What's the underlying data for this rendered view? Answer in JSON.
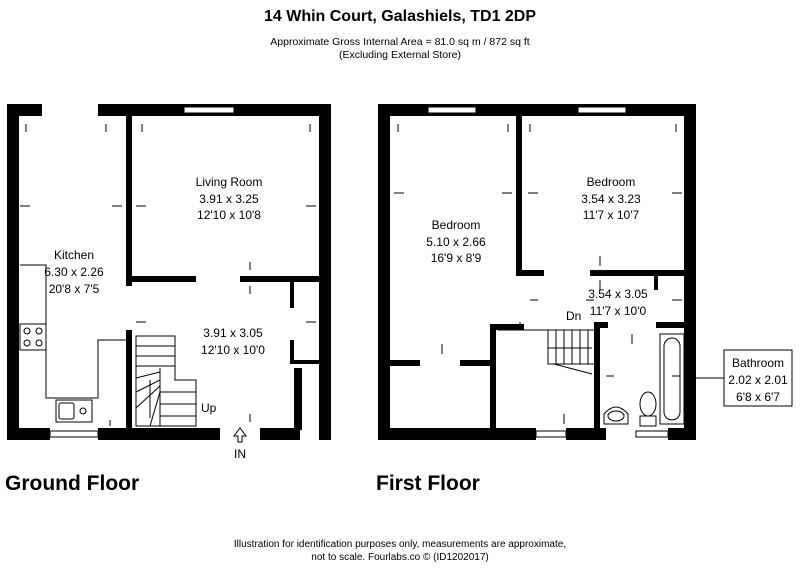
{
  "header": {
    "title": "14 Whin Court, Galashiels, TD1 2DP",
    "area": "Approximate Gross Internal Area = 81.0 sq m / 872 sq ft",
    "exclusion": "(Excluding External Store)"
  },
  "ground_floor": {
    "label": "Ground Floor",
    "kitchen": {
      "name": "Kitchen",
      "metric": "6.30 x 2.26",
      "imperial": "20'8 x 7'5"
    },
    "living_room": {
      "name": "Living Room",
      "metric": "3.91 x 3.25",
      "imperial": "12'10 x 10'8"
    },
    "hall": {
      "metric": "3.91 x 3.05",
      "imperial": "12'10 x 10'0"
    },
    "stairs_label": "Up",
    "entrance_label": "IN"
  },
  "first_floor": {
    "label": "First Floor",
    "bedroom_left": {
      "name": "Bedroom",
      "metric": "5.10 x 2.66",
      "imperial": "16'9 x 8'9"
    },
    "bedroom_right": {
      "name": "Bedroom",
      "metric": "3.54 x 3.23",
      "imperial": "11'7 x 10'7"
    },
    "landing": {
      "metric": "3.54 x 3.05",
      "imperial": "11'7 x 10'0"
    },
    "bathroom": {
      "name": "Bathroom",
      "metric": "2.02 x 2.01",
      "imperial": "6'8 x 6'7"
    },
    "stairs_label": "Dn"
  },
  "footer": {
    "line1": "Illustration for identification purposes only, measurements are approximate,",
    "line2": "not to scale. Fourlabs.co © (ID1202017)"
  }
}
